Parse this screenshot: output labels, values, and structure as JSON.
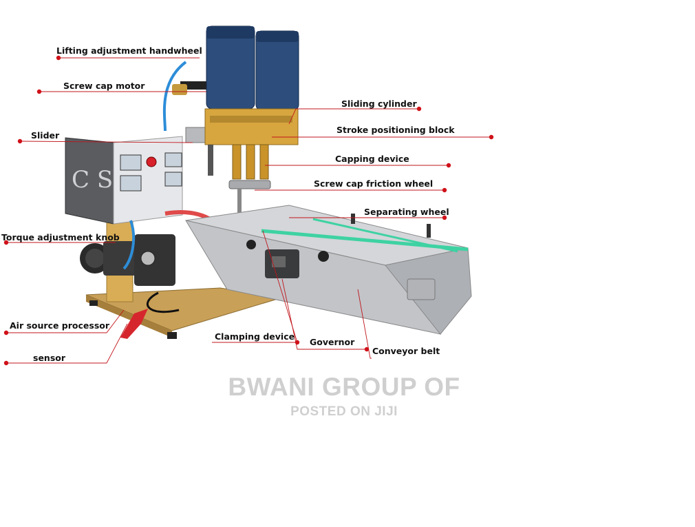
{
  "labels": {
    "lifting_handwheel": "Lifting adjustment handwheel",
    "screw_cap_motor": "Screw cap motor",
    "slider": "Slider",
    "torque_knob": "Torque adjustment knob",
    "air_source": "Air source processor",
    "sensor": "sensor",
    "sliding_cylinder": "Sliding cylinder",
    "stroke_block": "Stroke positioning block",
    "capping_device": "Capping device",
    "friction_wheel": "Screw cap friction wheel",
    "separating_wheel": "Separating wheel",
    "clamping_device": "Clamping device",
    "governor": "Governor",
    "conveyor_belt": "Conveyor belt"
  },
  "watermark": {
    "line1": "BWANI GROUP OF",
    "line2": "POSTED ON JIJI"
  },
  "panel_text": {
    "logo": "C S"
  },
  "colors": {
    "leader_line": "#c0151b",
    "dot": "#d01119",
    "watermark": "#cfcfcf"
  }
}
